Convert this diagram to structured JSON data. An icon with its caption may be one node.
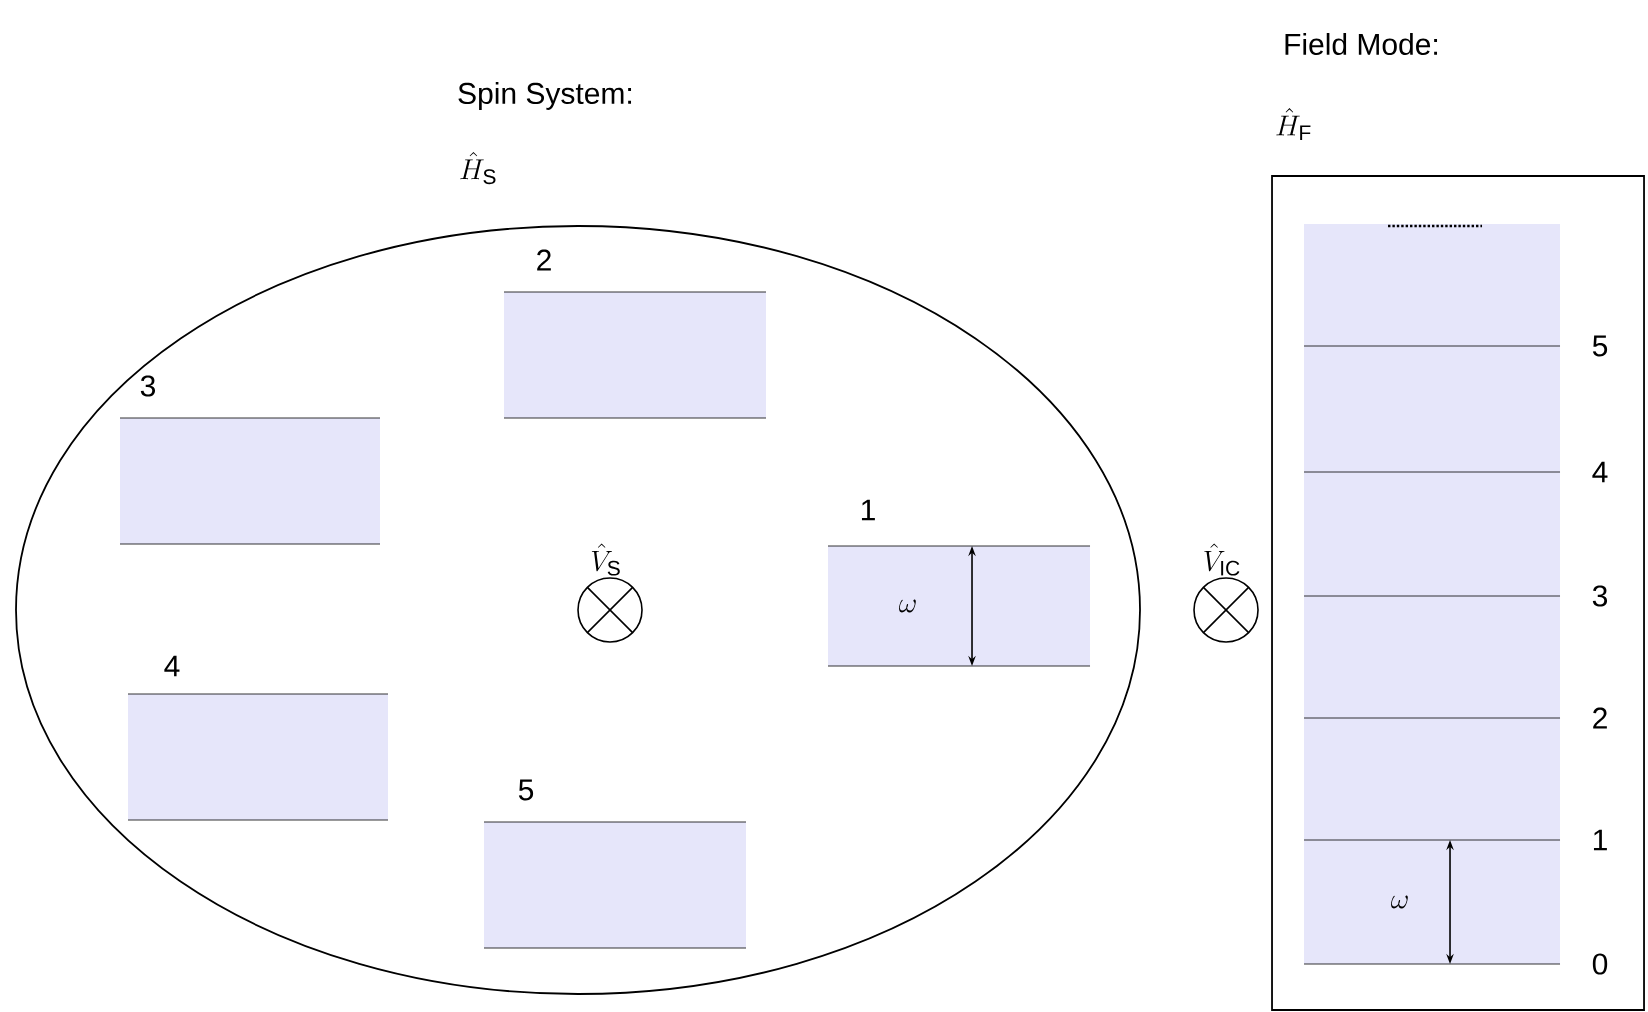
{
  "diagram": {
    "nodes": [
      {
        "text": [
          "Spin System:",
          "\\hat{H}_{\\mathrm{S}}"
        ]
      },
      {
        "text": [
          "Field Mode:",
          "\\hat{H}_{\\mathrm{F}}"
        ]
      },
      {
        "text": [
          "2"
        ],
        "in": 0
      },
      {
        "text": [
          "3"
        ],
        "in": 0
      },
      {
        "text": [
          "\\hat{V}_{\\mathrm{S}}"
        ],
        "in": 0
      },
      {
        "text": [
          "1",
          "\\omega"
        ],
        "in": 0
      },
      {
        "text": [
          "4"
        ],
        "in": 0
      },
      {
        "text": [
          "5"
        ],
        "in": 0
      },
      {
        "text": [
          "\\hat{V}_{\\mathrm{IC}}"
        ]
      }
    ],
    "labels": [
      "5",
      "4",
      "3",
      "2",
      "1",
      "\\omega",
      "0"
    ]
  }
}
